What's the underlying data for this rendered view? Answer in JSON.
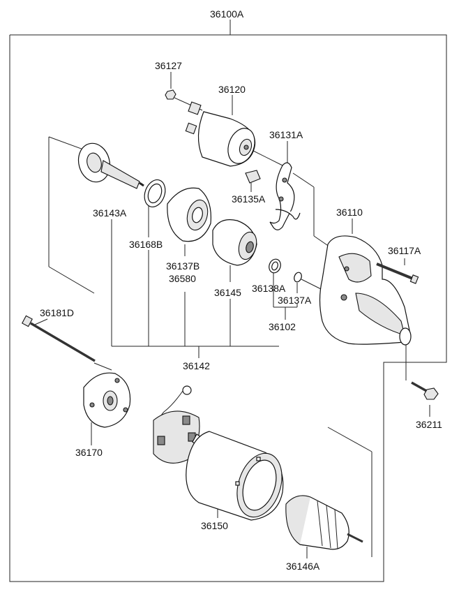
{
  "diagram": {
    "part_numbers": {
      "assembly": "36100A",
      "bolt_small": "36127",
      "solenoid": "36120",
      "lever": "36131A",
      "plunger_boot": "36135A",
      "front_housing": "36110",
      "through_bolt": "36117A",
      "pinion_shaft": "36143A",
      "gear_washer": "36168B",
      "planetary_gear_a": "36137B",
      "planetary_gear_b": "36580",
      "pinion_clutch": "36145",
      "stop_ring": "36138A",
      "snap_ring": "36137A",
      "pinion_kit": "36102",
      "gear_kit": "36142",
      "long_bolt": "36181D",
      "end_frame": "36170",
      "mount_bolt": "36211",
      "yoke": "36150",
      "armature": "36146A"
    }
  }
}
